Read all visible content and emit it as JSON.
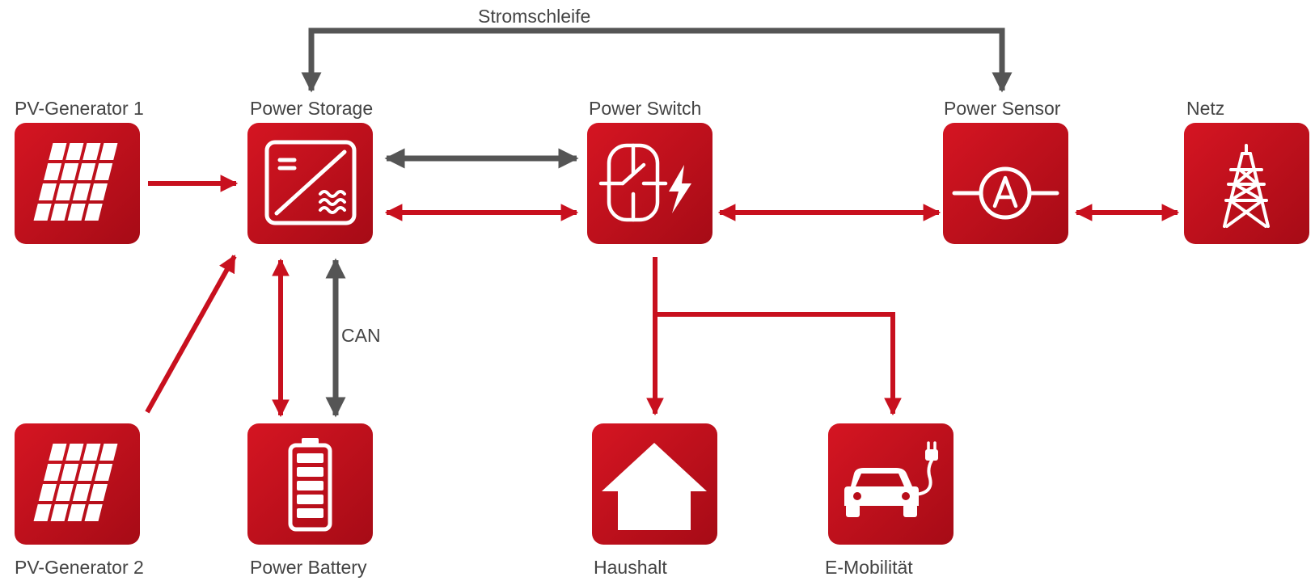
{
  "colors": {
    "accent": "#c8101e",
    "accent_dark": "#a30c17",
    "connector_gray": "#555555",
    "text": "#444444"
  },
  "nodes": {
    "pv1": {
      "label": "PV-Generator 1",
      "icon": "solar-panel-icon"
    },
    "pv2": {
      "label": "PV-Generator 2",
      "icon": "solar-panel-icon"
    },
    "storage": {
      "label": "Power Storage",
      "icon": "inverter-icon"
    },
    "battery": {
      "label": "Power Battery",
      "icon": "battery-icon"
    },
    "switch": {
      "label": "Power Switch",
      "icon": "power-switch-icon"
    },
    "sensor": {
      "label": "Power Sensor",
      "icon": "ammeter-icon"
    },
    "grid": {
      "label": "Netz",
      "icon": "power-pylon-icon"
    },
    "household": {
      "label": "Haushalt",
      "icon": "house-icon"
    },
    "emobility": {
      "label": "E-Mobilität",
      "icon": "electric-car-icon"
    }
  },
  "connectors": {
    "current_loop_label": "Stromschleife",
    "can_label": "CAN"
  }
}
